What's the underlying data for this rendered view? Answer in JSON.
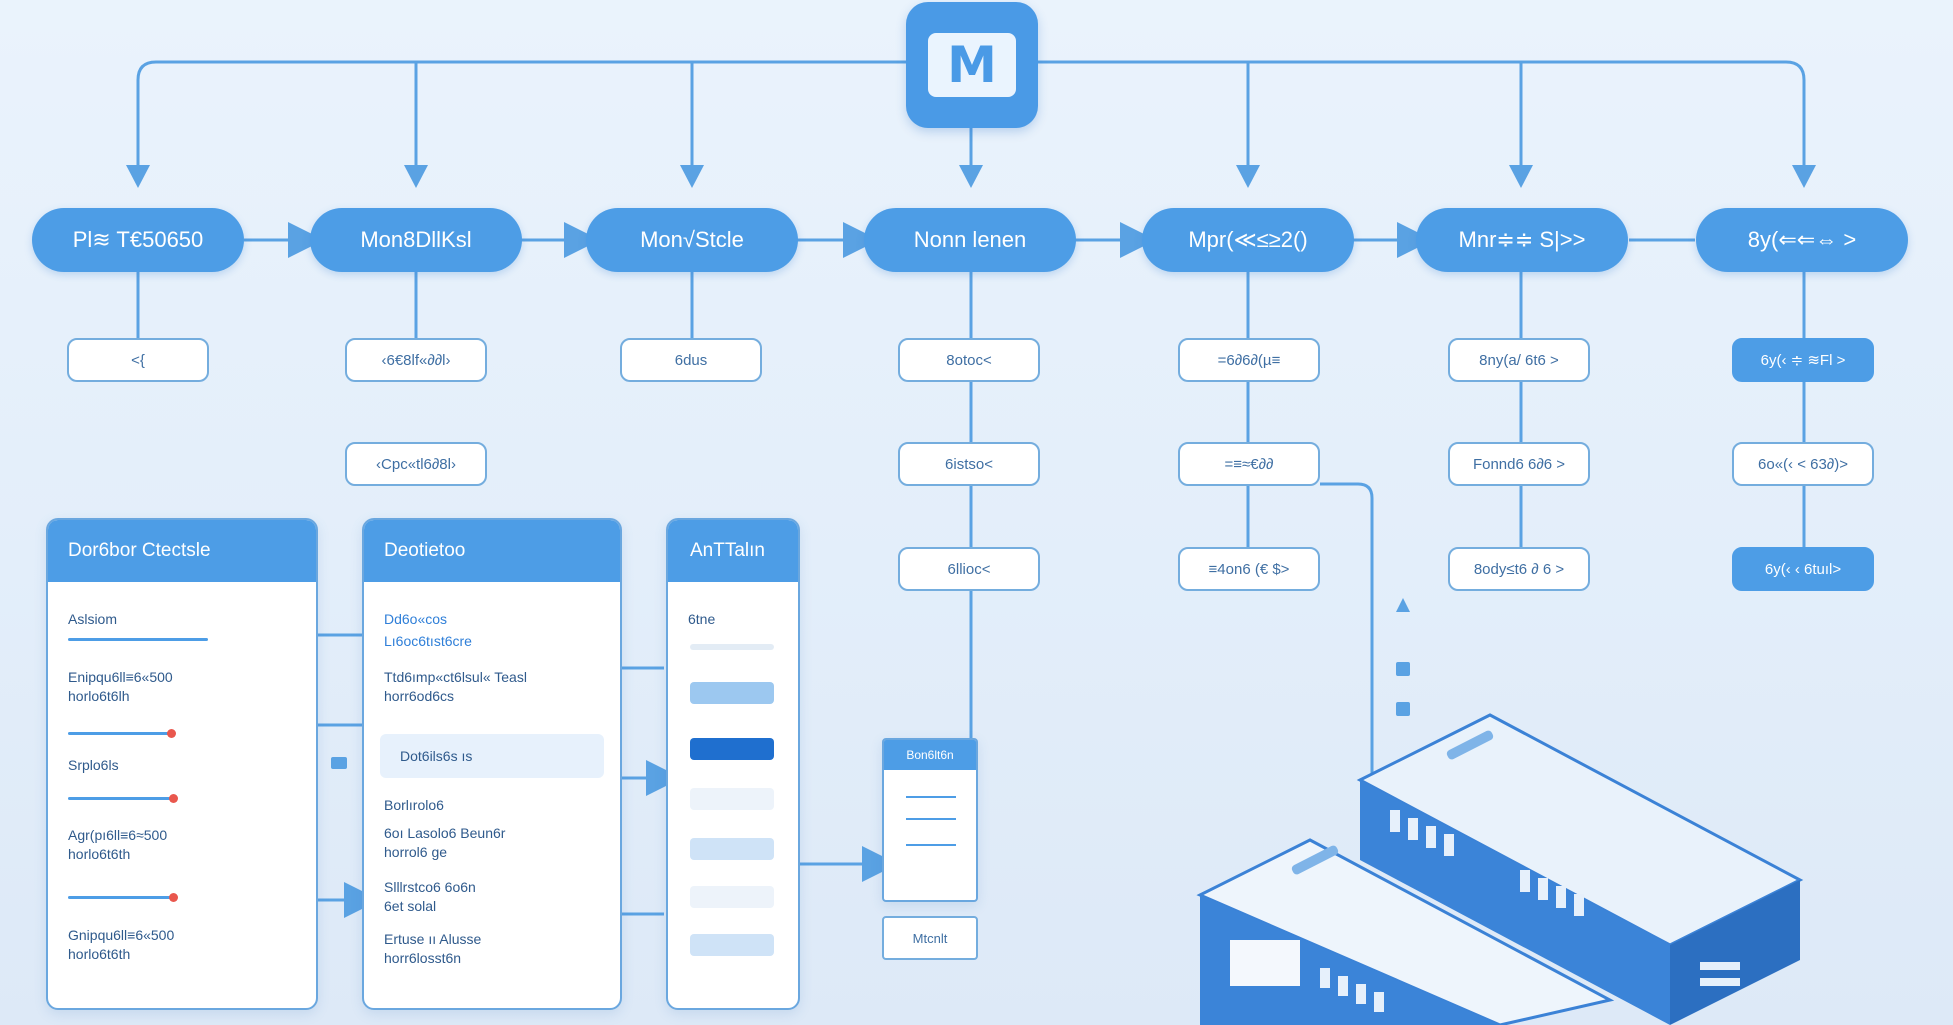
{
  "colors": {
    "accent": "#4d9de6",
    "accent_dark": "#1f6fcf",
    "line": "#5aa2e3",
    "slider_knob": "#e9574d",
    "background": "#e6f0fb"
  },
  "hub": {
    "icon": "mail-icon",
    "glyph": "M"
  },
  "pipeline": [
    {
      "label": "Pl≋ T€50650"
    },
    {
      "label": "Mon8DllKsl"
    },
    {
      "label": "Mon√Stcle"
    },
    {
      "label": "Nonn lenen"
    },
    {
      "label": "Mpr(≪≤≥2()"
    },
    {
      "label": "Mnr≑≑ S|>>"
    },
    {
      "label": "8y(⇐⇐⇔ >"
    }
  ],
  "sub_nodes": [
    [
      "<{",
      "‹6€8lf«∂∂l›",
      "‹Cpc«tl6∂8l›"
    ],
    [
      "6dus"
    ],
    [
      "8otoc<",
      "6istso<",
      "6llioc<"
    ],
    [
      "=6∂6∂(µ≡",
      "=≡≈€∂∂",
      "≡4on6 (€ $>"
    ],
    [
      "8ny(a/ 6t6 >",
      "Fonnd6 6∂6 >",
      "8ody≤t6 ∂ 6 >"
    ],
    [
      "6y(‹ ≑ ≋Fl >",
      "6o«(‹ < 63∂)>",
      "6y(‹ ‹ 6tuıl>"
    ]
  ],
  "panel_left": {
    "title": "Dor6bor Ctectsle",
    "items": [
      {
        "text": "Aslsiom",
        "level": null
      },
      {
        "text": "Enipqu6ll≡6«500\nhorlo6t6lh",
        "level": 0.94
      },
      {
        "text": "Srplo6ls",
        "level": 0.95
      },
      {
        "text": "Agr(pı6ll≡6≈500\nhorlo6t6th",
        "level": 0.95
      },
      {
        "text": "Gnipqu6ll≡6«500\nhorlo6t6th",
        "level": null
      }
    ]
  },
  "panel_mid": {
    "title": "Deotietoo",
    "link1": "Dd6o«cos",
    "link2": "Lı6oc6tıst6cre",
    "lines": [
      "Ttd6ımp«ct6lsul« Teasl\nhorr6od6cs",
      "Dot6ils6s ıs",
      "Borlırolo6",
      "6oı Lasolo6 Beun6r\nhorrol6 ge",
      "Slllrstco6 6o6n\n6et solal",
      "Ertuse ıı Alusse\nhorr6losst6n"
    ]
  },
  "panel_right": {
    "title": "AnTTalın",
    "label": "6tne"
  },
  "small_card": {
    "title": "Bon6lt6n",
    "footer": "Mtcnlt"
  },
  "server": {
    "name": "server-rack-icon"
  }
}
